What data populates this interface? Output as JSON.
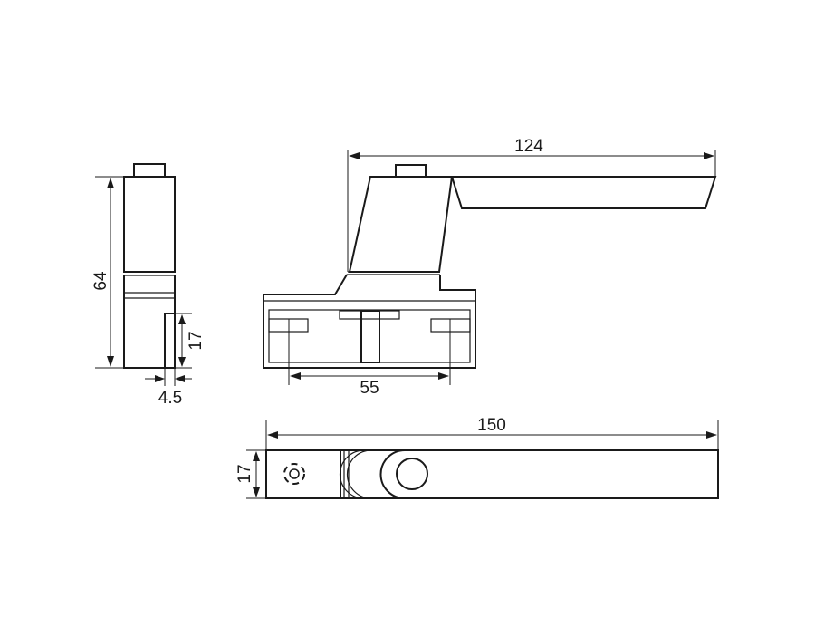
{
  "dimensions": {
    "side_height": "64",
    "side_slot_height": "17",
    "side_offset": "4.5",
    "handle_length": "124",
    "base_hole_spacing": "55",
    "top_length": "150",
    "top_width": "17"
  },
  "colors": {
    "line": "#1a1a1a",
    "background": "#ffffff"
  }
}
